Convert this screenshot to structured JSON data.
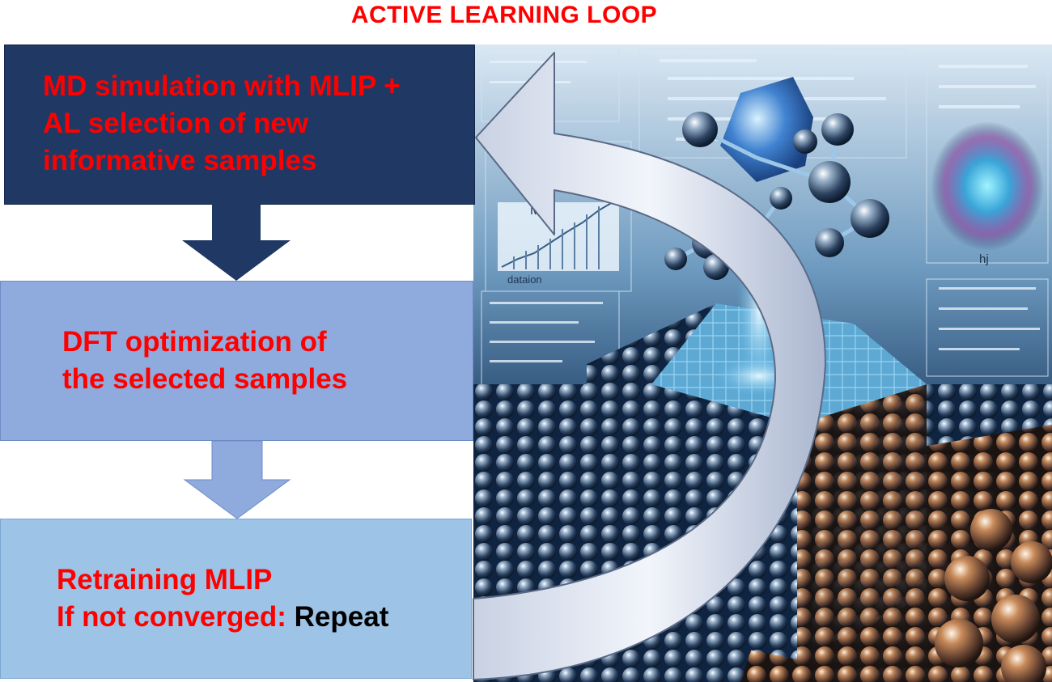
{
  "title": "ACTIVE LEARNING LOOP",
  "steps": [
    {
      "lines": [
        "MD simulation with MLIP +",
        "AL selection  of new",
        "informative  samples"
      ]
    },
    {
      "lines": [
        "DFT optimization of",
        "the selected samples"
      ]
    },
    {
      "lines": [
        "Retraining  MLIP",
        "If not converged:"
      ],
      "suffix": "Repeat"
    }
  ],
  "illustration": {
    "labels": [
      "MD)",
      "dataion",
      "hj"
    ]
  },
  "colors": {
    "text_red": "#ff0000",
    "text_black": "#000000",
    "box_dark": "#203864",
    "box_mid": "#8faadc",
    "box_light": "#9dc3e6",
    "loop_arrow": "#dde3f0"
  }
}
